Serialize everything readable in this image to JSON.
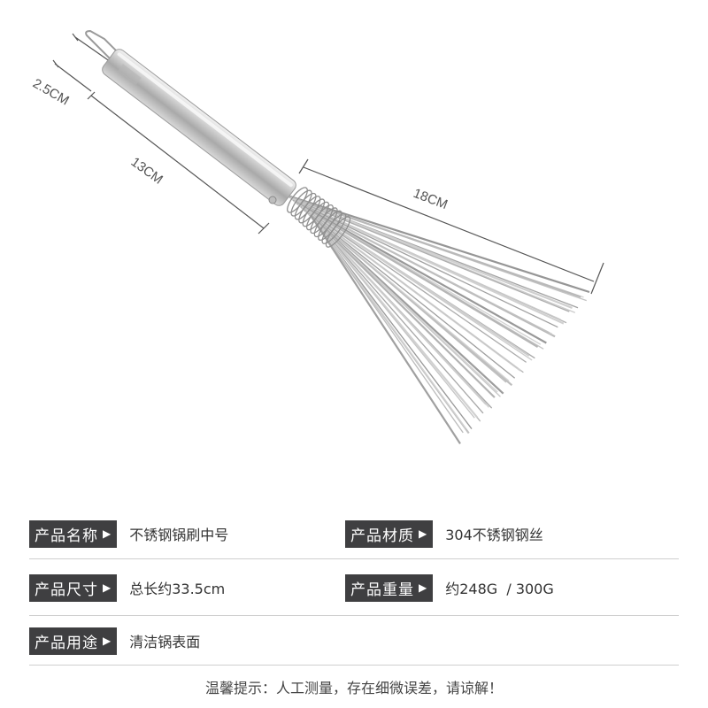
{
  "dimensions": {
    "handle_diameter": "2.5CM",
    "handle_length": "13CM",
    "bristle_length": "18CM"
  },
  "specs": [
    {
      "label": "产品名称",
      "arrow": "▶",
      "value": "不锈钢锅刷中号"
    },
    {
      "label": "产品材质",
      "arrow": "▶",
      "value": "304不锈钢钢丝"
    },
    {
      "label": "产品尺寸",
      "arrow": "▶",
      "value": "总长约33.5cm"
    },
    {
      "label": "产品重量",
      "arrow": "▶",
      "value": "约248G  / 300G"
    },
    {
      "label": "产品用途",
      "arrow": "▶",
      "value": "清洁锅表面"
    }
  ],
  "note": "温馨提示：人工测量，存在细微误差，请谅解！",
  "colors": {
    "label_bg": "#3f3f41",
    "label_text": "#ffffff",
    "divider": "#cfcfcf"
  }
}
